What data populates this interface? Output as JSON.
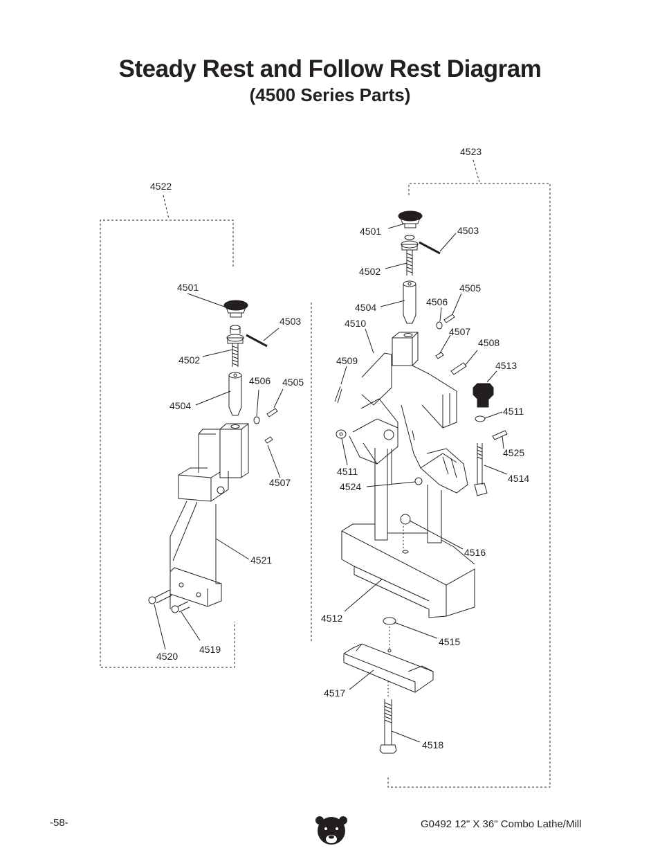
{
  "title": "Steady Rest and Follow Rest Diagram",
  "subtitle": "(4500 Series Parts)",
  "footer": {
    "page_number": "-58-",
    "doc_title": "G0492 12\" X 36\" Combo Lathe/Mill",
    "logo_icon": "bear-head-logo-icon"
  },
  "groups": {
    "left": "4522",
    "right": "4523"
  },
  "left_labels": {
    "p4501": "4501",
    "p4503": "4503",
    "p4502": "4502",
    "p4506": "4506",
    "p4505": "4505",
    "p4504": "4504",
    "p4507": "4507",
    "p4521": "4521",
    "p4519": "4519",
    "p4520": "4520"
  },
  "right_labels": {
    "p4501": "4501",
    "p4503": "4503",
    "p4502": "4502",
    "p4505": "4505",
    "p4506": "4506",
    "p4504": "4504",
    "p4510": "4510",
    "p4507": "4507",
    "p4508": "4508",
    "p4509": "4509",
    "p4513": "4513",
    "p4511a": "4511",
    "p4511b": "4511",
    "p4525": "4525",
    "p4514": "4514",
    "p4524": "4524",
    "p4516": "4516",
    "p4512": "4512",
    "p4515": "4515",
    "p4517": "4517",
    "p4518": "4518"
  }
}
